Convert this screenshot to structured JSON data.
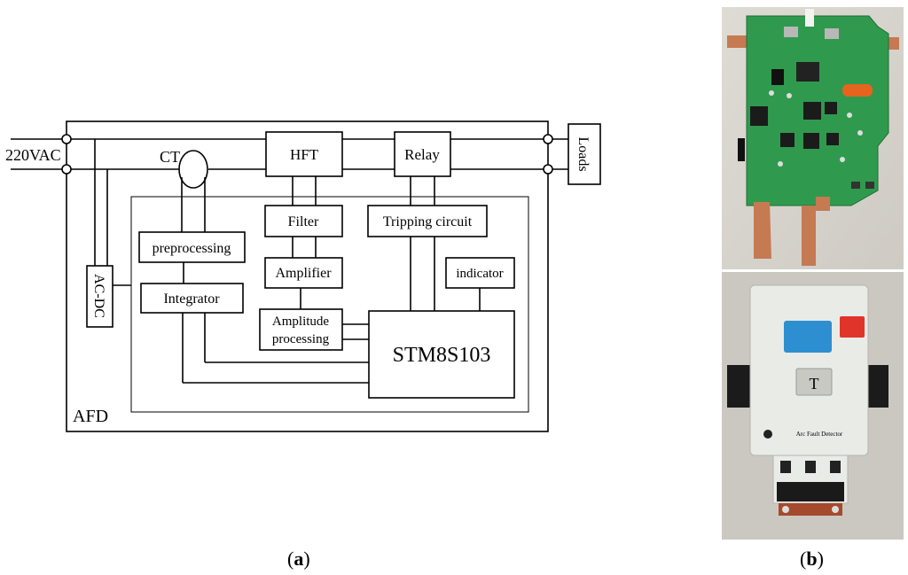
{
  "diagram": {
    "labels": {
      "supply": "220VAC",
      "ct": "CT",
      "hft": "HFT",
      "relay": "Relay",
      "loads": "Loads",
      "filter": "Filter",
      "tripping": "Tripping circuit",
      "preprocessing": "preprocessing",
      "amplifier": "Amplifier",
      "indicator": "indicator",
      "acdc": "AC-DC",
      "integrator": "Integrator",
      "amp_proc_1": "Amplitude",
      "amp_proc_2": "processing",
      "mcu": "STM8S103",
      "afd": "AFD"
    }
  },
  "captions": {
    "a": "a",
    "b": "b"
  },
  "photo_bottom": {
    "label": "Arc Fault Detector",
    "test_button": "T"
  },
  "colors": {
    "pcb": "#2f9a4e",
    "copper": "#c57a52",
    "enclosure": "#e9ebe6",
    "blue_button": "#2e8fd0",
    "red_button": "#e0332a"
  }
}
